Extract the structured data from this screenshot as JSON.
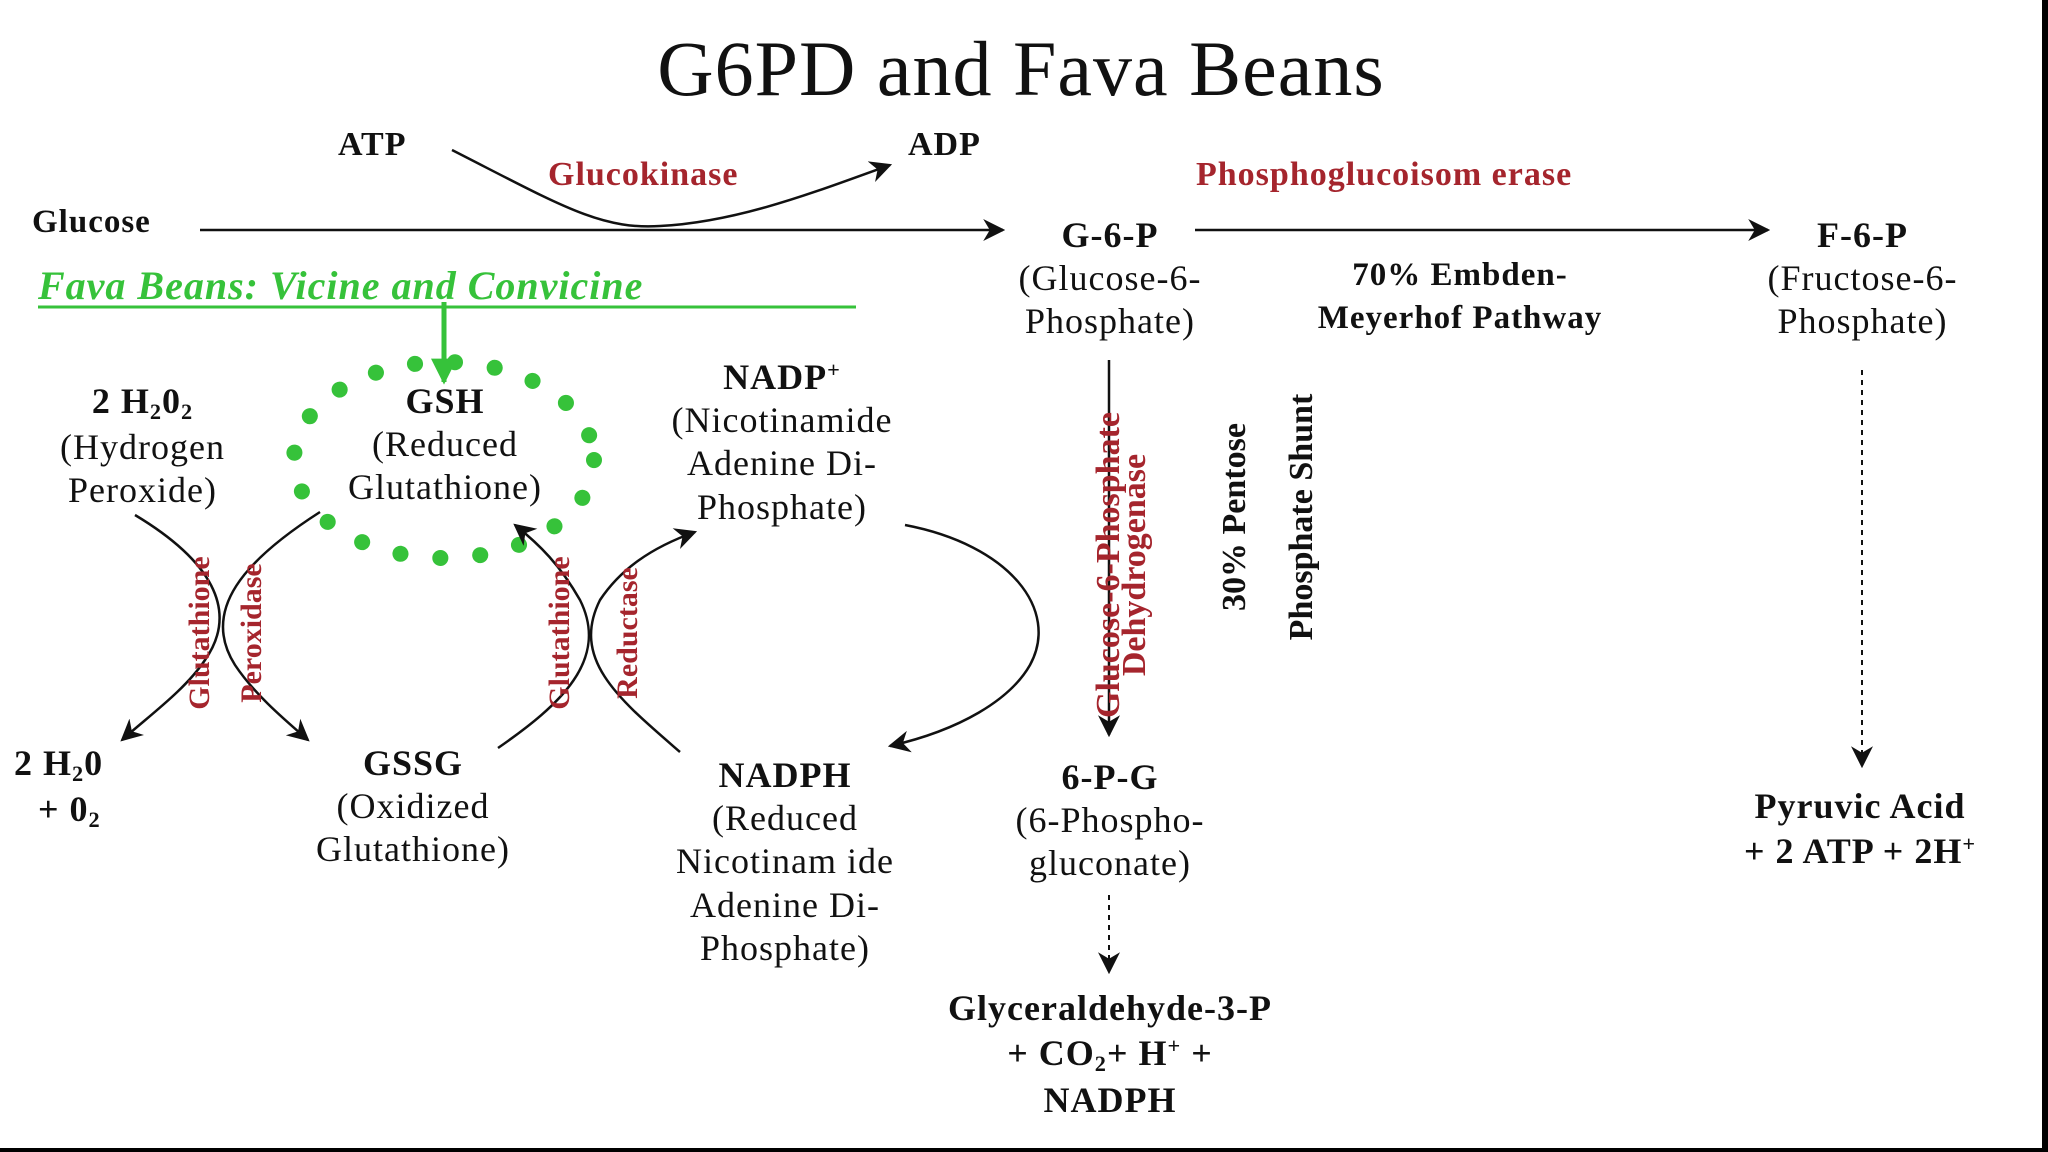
{
  "title": "G6PD and Fava Beans",
  "colors": {
    "enzyme_red": "#a5252d",
    "fava_green": "#36c23a",
    "arrow_black": "#111111"
  },
  "top_row": {
    "atp": "ATP",
    "adp": "ADP",
    "glucokinase": "Glucokinase",
    "glucose": "Glucose",
    "phosphoglucoisomerase": "Phosphoglucoisom erase"
  },
  "g6p": {
    "abbr": "G-6-P",
    "line1": "(Glucose-6-",
    "line2": "Phosphate)"
  },
  "f6p": {
    "abbr": "F-6-P",
    "line1": "(Fructose-6-",
    "line2": "Phosphate)"
  },
  "emp": {
    "line1": "70% Embden-",
    "line2": "Meyerhof Pathway"
  },
  "fava": "Fava Beans: Vicine and Convicine",
  "h2o2": {
    "formula": "2 H",
    "sub1": "2",
    "o": "0",
    "sub2": "2",
    "line1": "(Hydrogen",
    "line2": "Peroxide)"
  },
  "gsh": {
    "abbr": "GSH",
    "line1": "(Reduced",
    "line2": "Glutathione)"
  },
  "nadp_plus": {
    "abbr": "NADP",
    "sup": "+",
    "line1": "(Nicotinamide",
    "line2": "Adenine Di-",
    "line3": "Phosphate)"
  },
  "water": {
    "formula": "2 H",
    "sub1": "2",
    "o": "0",
    "line2a": "+ 0",
    "sub2": "2"
  },
  "gssg": {
    "abbr": "GSSG",
    "line1": "(Oxidized",
    "line2": "Glutathione)"
  },
  "nadph_left": {
    "abbr": "NADPH",
    "line1": "(Reduced",
    "line2": "Nicotinam ide",
    "line3": "Adenine Di-",
    "line4": "Phosphate)"
  },
  "enzymes_vertical": {
    "gpx_line1": "Glutathione",
    "gpx_line2": "Peroxidase",
    "gr_line1": "Glutathione",
    "gr_line2": "Reductase",
    "g6pd_line1": "Glucose-6-Phosphate",
    "g6pd_line2": "Dehydrogenase",
    "shunt_line1": "30% Pentose",
    "shunt_line2": "Phosphate Shunt"
  },
  "six_pg": {
    "abbr": "6-P-G",
    "line1": "(6-Phospho-",
    "line2": "gluconate)"
  },
  "g3p": {
    "line1": "Glyceraldehyde-3-P",
    "line2a": "+ CO",
    "line2sub": "2",
    "line2b": "+ H",
    "line2sup": "+",
    "line2c": " +",
    "line3": "NADPH"
  },
  "pyruvic": {
    "line1": "Pyruvic Acid",
    "line2a": "+ 2 ATP + 2H",
    "line2sup": "+"
  }
}
